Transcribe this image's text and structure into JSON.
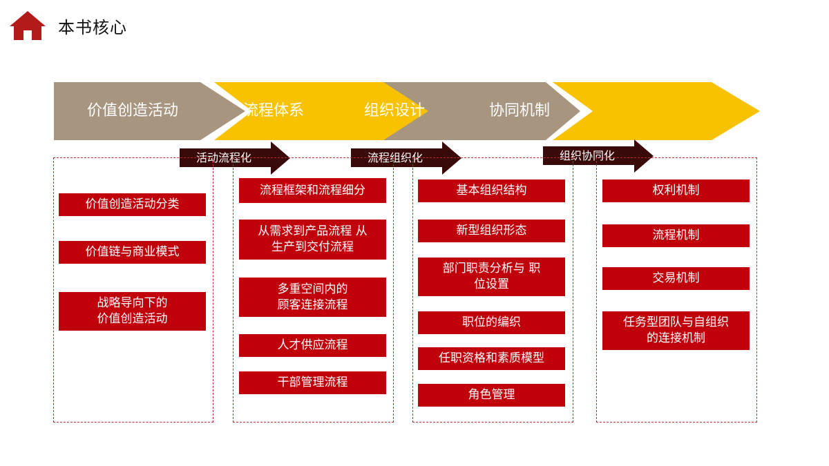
{
  "header": {
    "title": "本书核心",
    "icon": "home-icon"
  },
  "stages": [
    {
      "label": "价值创造活动",
      "color": "#a89580"
    },
    {
      "label": "流程体系",
      "color": "#f9c200"
    },
    {
      "label": "组织设计",
      "color": "#a89580"
    },
    {
      "label": "协同机制",
      "color": "#a89580"
    },
    {
      "label": "",
      "color": "#f9c200"
    }
  ],
  "transitions": [
    {
      "label": "活动流程化"
    },
    {
      "label": "流程组织化"
    },
    {
      "label": "组织协同化"
    }
  ],
  "columns": [
    {
      "items": [
        "价值创造活动分类",
        "价值链与商业模式",
        "战略导向下的\n价值创造活动"
      ]
    },
    {
      "items": [
        "流程框架和流程细分",
        "从需求到产品流程 从\n生产到交付流程",
        "多重空间内的\n顾客连接流程",
        "人才供应流程",
        "干部管理流程"
      ]
    },
    {
      "items": [
        "基本组织结构",
        "新型组织形态",
        "部门职责分析与  职\n位设置",
        "职位的编织",
        "任职资格和素质模型",
        "角色管理"
      ]
    },
    {
      "items": [
        "权利机制",
        "流程机制",
        "交易机制",
        "任务型团队与自组织\n的连接机制"
      ]
    }
  ],
  "colors": {
    "item_bg": "#c0000b",
    "panel_border": "#c0272d",
    "flow_arrow": "#3a0a0a",
    "home_icon": "#b31b1b"
  }
}
